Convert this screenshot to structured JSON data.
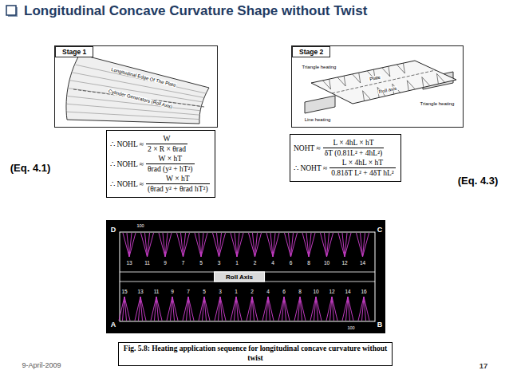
{
  "diagram": {
    "title": "Longitudinal Concave Curvature Shape without Twist",
    "caption": "Fig. 5.8: Heating application sequence for longitudinal concave curvature without twist",
    "nodes": [
      {
        "text": [
          "Stage 1"
        ]
      },
      {
        "text": [
          "Stage 2"
        ]
      },
      {
        "text": [
          "∴ NOHL ≈",
          "W",
          "2 × R × θrad",
          "∴ NOHL ≈",
          "W × hT",
          "θrad (y² + hT²)",
          "∴ NOHL ≈",
          "W × hT",
          "(θrad y² + θrad hT²)"
        ]
      },
      {
        "text": [
          "NOHT ≈",
          "L × 4hL × hT",
          "δT (0.81L² + 4hL²)",
          "∴ NOHT ≈",
          "L × 4hL × hT",
          "0.81δT L² + 4δT hL²"
        ]
      }
    ],
    "labels": [
      "(Eq. 4.1)",
      "(Eq. 4.3)",
      "Longitudinal Edge Of The Plate",
      "Cylinder Generators (Roll Axis)",
      "Triangle heating",
      "Plate",
      "Roll axis",
      "Triangle heating",
      "Line heating",
      "D",
      "C",
      "A",
      "B",
      "Roll Axis",
      "100",
      "100",
      "13",
      "11",
      "9",
      "7",
      "5",
      "3",
      "1",
      "2",
      "4",
      "6",
      "8",
      "10",
      "12",
      "14",
      "15",
      "13",
      "11",
      "9",
      "7",
      "5",
      "3",
      "1",
      "2",
      "4",
      "6",
      "8",
      "10",
      "12",
      "14",
      "16",
      "9-April-2009",
      "17"
    ]
  }
}
